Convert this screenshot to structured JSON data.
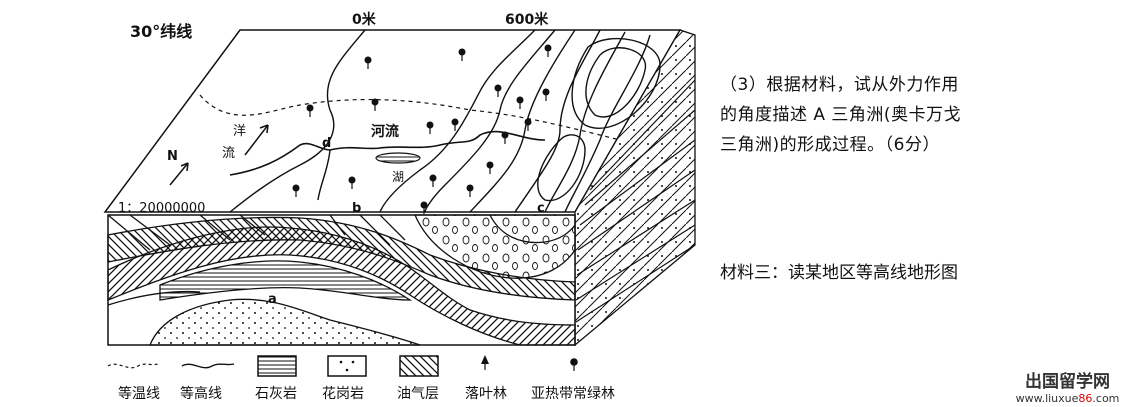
{
  "figure": {
    "latitude_label": "30°纬线",
    "contour_labels": [
      "0米",
      "600米"
    ],
    "river_label": "河流",
    "lake_label": "湖",
    "current_label": [
      "洋",
      "流"
    ],
    "north_label": "N",
    "scale_label": "1：20000000",
    "point_labels": [
      "a",
      "b",
      "c",
      "d"
    ]
  },
  "legend": {
    "items": [
      {
        "symbol": "isotherm",
        "label": "等温线"
      },
      {
        "symbol": "contour",
        "label": "等高线"
      },
      {
        "symbol": "limestone",
        "label": "石灰岩"
      },
      {
        "symbol": "granite",
        "label": "花岗岩"
      },
      {
        "symbol": "oil-gas",
        "label": "油气层"
      },
      {
        "symbol": "deciduous-tree-icon",
        "label": "落叶林"
      },
      {
        "symbol": "evergreen-tree-icon",
        "label": "亚热带常绿林"
      }
    ]
  },
  "question": {
    "lines": [
      "（3）根据材料，试从外力作用",
      "的角度描述 A 三角洲(奥卡万戈",
      "三角洲)的形成过程。（6分）"
    ]
  },
  "material": {
    "label": "材料三：读某地区等高线地形图"
  },
  "watermark": {
    "name": "出国留学网",
    "url_prefix": "www.liuxue",
    "url_highlight": "86",
    "url_suffix": ".com"
  }
}
